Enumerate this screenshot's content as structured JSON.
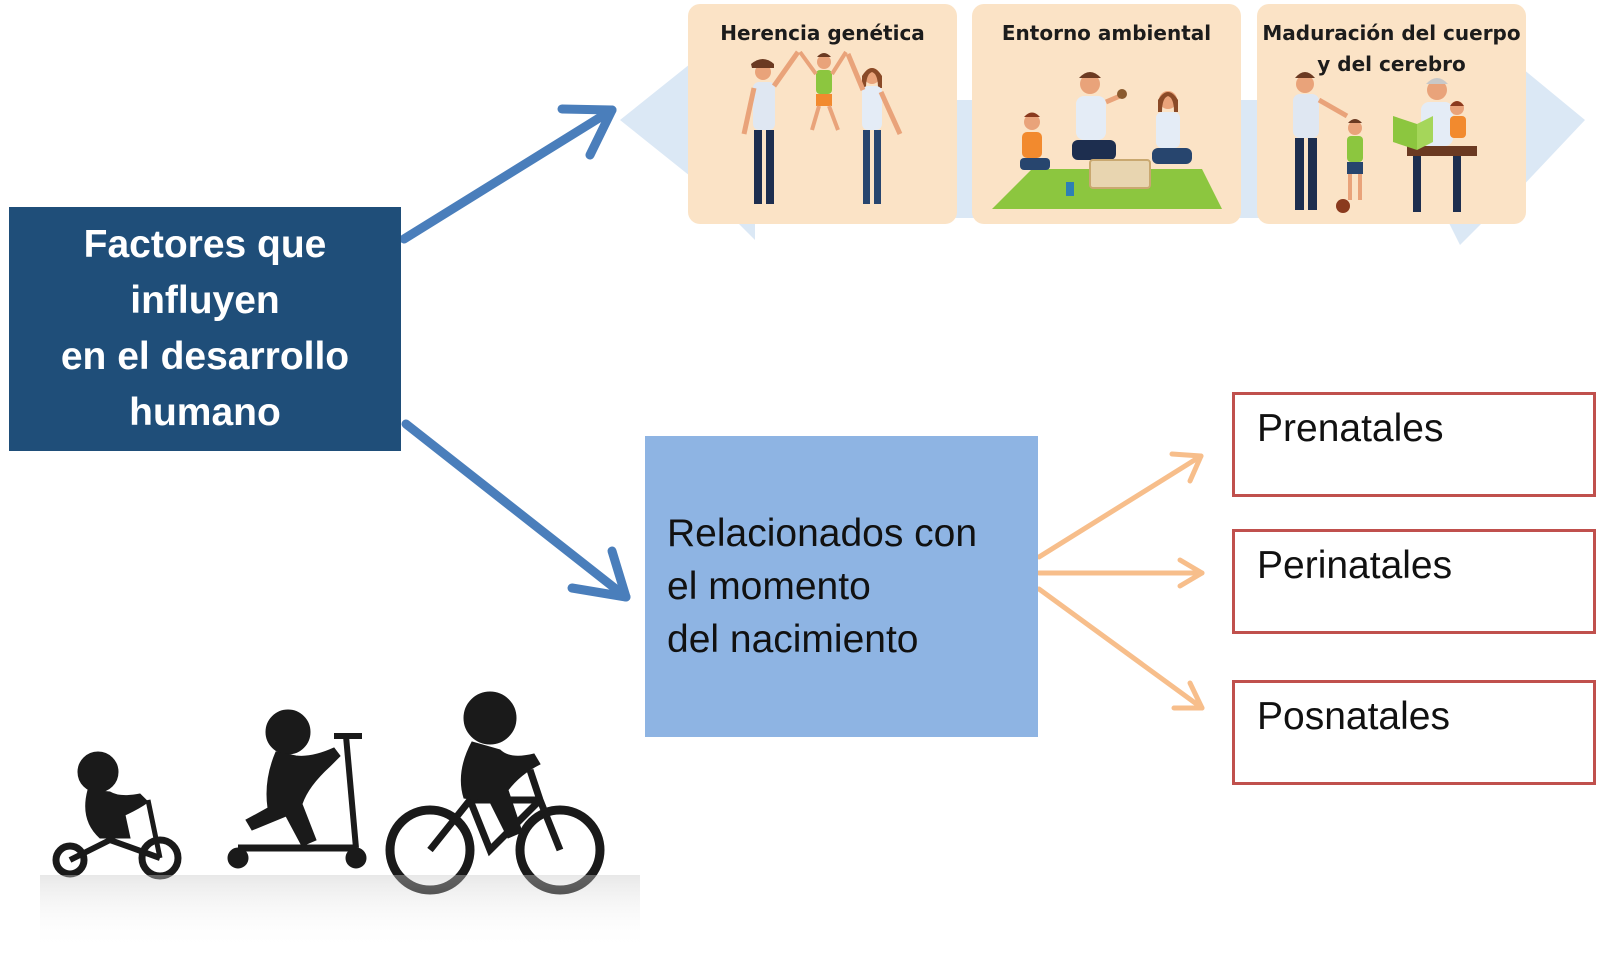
{
  "main_topic": {
    "lines": [
      "Factores que",
      "influyen",
      "en el desarrollo",
      "humano"
    ]
  },
  "factor_cards": [
    {
      "title_lines": [
        "Herencia genética"
      ]
    },
    {
      "title_lines": [
        "Entorno ambiental"
      ]
    },
    {
      "title_lines": [
        "Maduración del cuerpo",
        "y del cerebro"
      ]
    }
  ],
  "birth_factors": {
    "lines": [
      "Relacionados con",
      "el momento",
      "del nacimiento"
    ]
  },
  "stages": [
    {
      "label": "Prenatales"
    },
    {
      "label": "Perinatales"
    },
    {
      "label": "Posnatales"
    }
  ],
  "colors": {
    "main_box": "#1f4e79",
    "related_box": "#8eb4e3",
    "blue_arrow": "#4a7ebb",
    "orange_arrow": "#f7be8b",
    "stage_border": "#c0504d",
    "card_bg": "#fbe3c6",
    "chevron_bg": "#dbe8f5"
  },
  "icons": [
    "blue-arrow-icon",
    "orange-arrow-icon",
    "children-silhouette-illustration",
    "family-illustration"
  ]
}
